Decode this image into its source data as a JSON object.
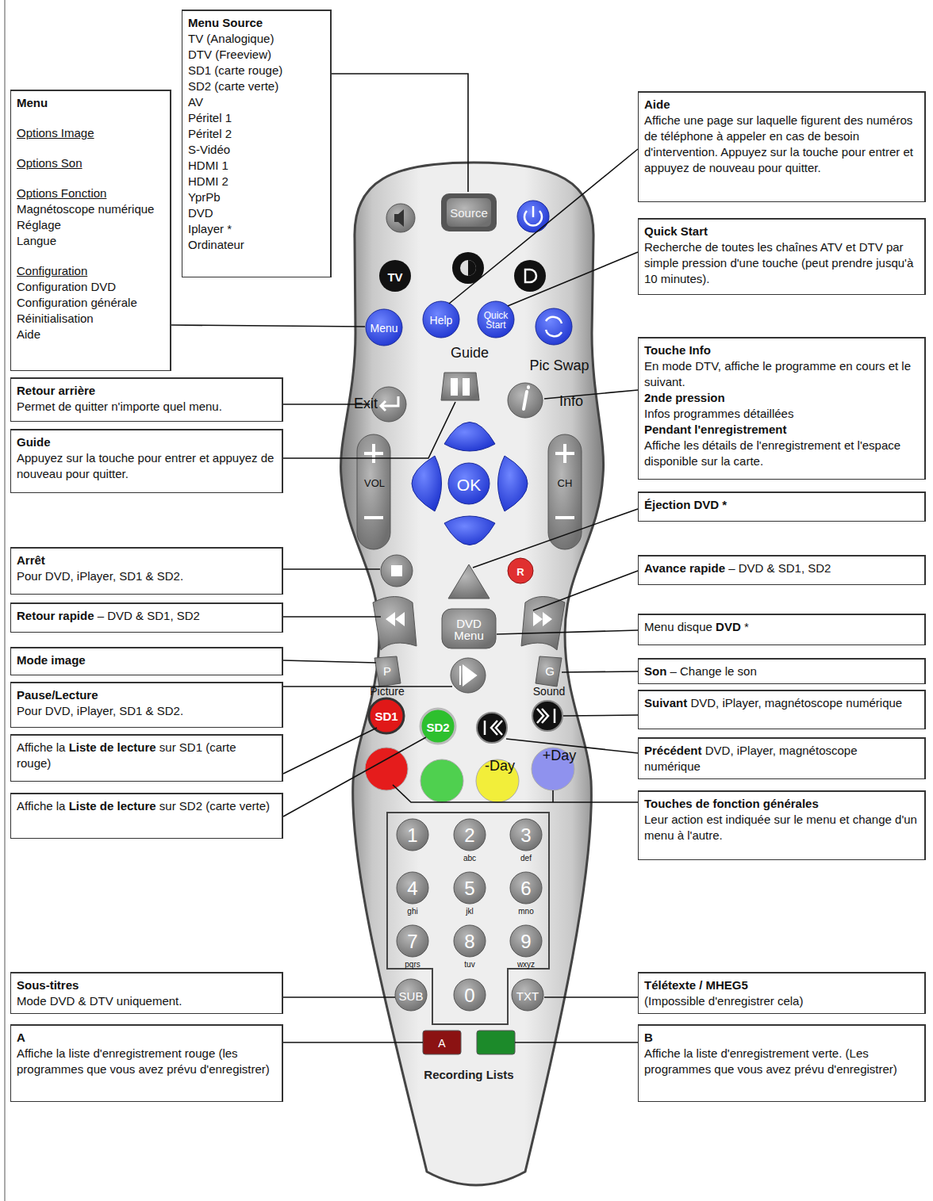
{
  "diagram": {
    "nodes": [
      {
        "text": [
          "Menu",
          "Options Image",
          "Options Son",
          "Options Fonction",
          "Magnétoscope numérique",
          "Réglage",
          "Langue",
          "Configuration",
          "Configuration DVD",
          "Configuration générale",
          "Réinitialisation",
          "Aide"
        ]
      },
      {
        "text": [
          "Menu Source",
          "TV (Analogique)",
          "DTV (Freeview)",
          "SD1 (carte rouge)",
          "SD2 (carte verte)",
          "AV",
          "Péritel 1",
          "Péritel 2",
          "S-Vidéo",
          "HDMI 1",
          "HDMI 2",
          "YprPb",
          "DVD",
          "Iplayer *",
          "Ordinateur"
        ]
      },
      {
        "text": [
          "Retour arrière",
          "Permet de quitter n'importe quel menu."
        ]
      },
      {
        "text": [
          "Guide",
          "Appuyez sur la touche pour entrer et appuyez de nouveau pour quitter."
        ]
      },
      {
        "text": [
          "Arrêt",
          "Pour DVD, iPlayer, SD1 & SD2."
        ]
      },
      {
        "text": [
          "Retour rapide",
          "– DVD & SD1, SD2"
        ]
      },
      {
        "text": [
          "Mode image"
        ]
      },
      {
        "text": [
          "Pause/Lecture",
          "Pour DVD, iPlayer, SD1 & SD2."
        ]
      },
      {
        "text": [
          "Affiche la",
          "Liste de lecture",
          "sur SD1 (carte rouge)"
        ]
      },
      {
        "text": [
          "Affiche la",
          "Liste de lecture",
          "sur SD2 (carte verte)"
        ]
      },
      {
        "text": [
          "Sous-titres",
          "Mode DVD & DTV uniquement."
        ]
      },
      {
        "text": [
          "A",
          "Affiche la liste d'enregistrement rouge (les programmes que vous avez prévu d'enregistrer)"
        ]
      },
      {
        "text": [
          "Aide",
          "Affiche une page sur laquelle figurent des numéros de téléphone à appeler en cas de besoin d'intervention. Appuyez sur la touche pour entrer et appuyez de nouveau pour quitter."
        ]
      },
      {
        "text": [
          "Quick Start",
          "Recherche de toutes les chaînes ATV et DTV par simple pression d'une touche (peut prendre jusqu'à 10 minutes)."
        ]
      },
      {
        "text": [
          "Touche Info",
          "En mode DTV, affiche le programme en cours et le suivant.",
          "2nde pression",
          "Infos programmes détaillées",
          "Pendant l'enregistrement",
          "Affiche les détails de l'enregistrement et l'espace disponible sur la carte."
        ]
      },
      {
        "text": [
          "Éjection DVD *"
        ]
      },
      {
        "text": [
          "Avance rapide",
          "– DVD & SD1, SD2"
        ]
      },
      {
        "text": [
          "Menu disque",
          "DVD",
          "*"
        ]
      },
      {
        "text": [
          "Son",
          "– Change le son"
        ]
      },
      {
        "text": [
          "Suivant",
          "DVD, iPlayer, magnétoscope numérique"
        ]
      },
      {
        "text": [
          "Précédent",
          "DVD, iPlayer, magnétoscope numérique"
        ]
      },
      {
        "text": [
          "Touches de fonction générales",
          "Leur action est indiquée sur le menu et change d'un menu à l'autre."
        ]
      },
      {
        "text": [
          "Télétexte / MHEG5",
          "(Impossible d'enregistrer cela)"
        ]
      },
      {
        "text": [
          "B",
          "Affiche la liste d'enregistrement verte. (Les programmes que vous avez prévu d'enregistrer)"
        ]
      }
    ],
    "labels": [
      "Source",
      "TV",
      "Menu",
      "Help",
      "Quick Start",
      "Guide",
      "Pic Swap",
      "Exit",
      "Info",
      "VOL",
      "CH",
      "OK",
      "R",
      "DVD Menu",
      "P",
      "Picture",
      "G",
      "Sound",
      "SD1",
      "SD2",
      "-Day",
      "+Day",
      "1",
      "2",
      "abc",
      "3",
      "def",
      "4",
      "ghi",
      "5",
      "jkl",
      "6",
      "mno",
      "7",
      "pqrs",
      "8",
      "tuv",
      "9",
      "wxyz",
      "SUB",
      "0",
      "TXT",
      "A",
      "Recording Lists"
    ]
  }
}
